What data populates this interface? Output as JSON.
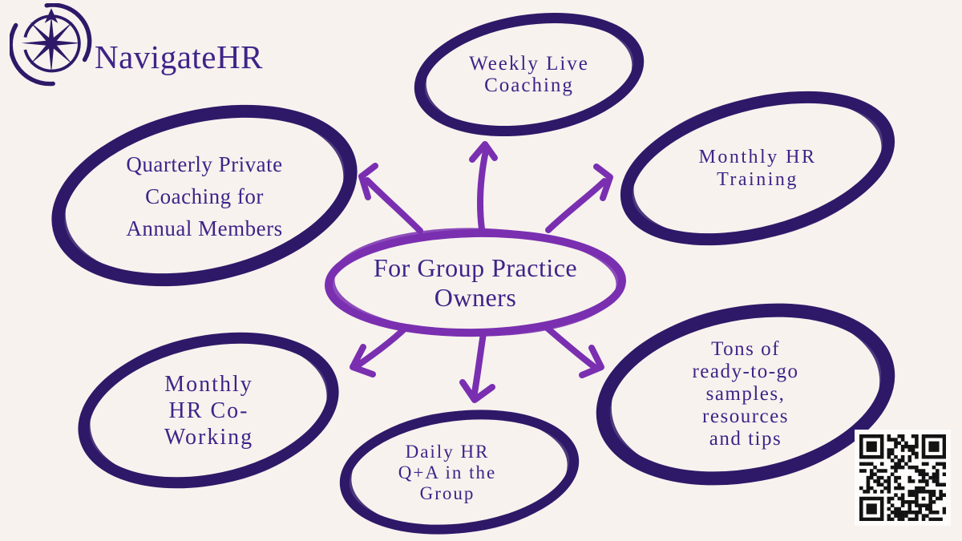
{
  "page": {
    "background": "#f7f2ee"
  },
  "colors": {
    "ellipse_ink": "#2e1968",
    "text_purple": "#3e2488",
    "accent_purple": "#7a2fb0",
    "qr_dark": "#121212"
  },
  "logo": {
    "brand": "NavigateHR",
    "icon": "compass-star-icon"
  },
  "center_node": {
    "lines": [
      "For Group Practice",
      "Owners"
    ]
  },
  "nodes": [
    {
      "id": "weekly-live-coaching",
      "lines": [
        "Weekly Live",
        "Coaching"
      ]
    },
    {
      "id": "monthly-hr-training",
      "lines": [
        "Monthly HR",
        "Training"
      ]
    },
    {
      "id": "quarterly-private-coaching",
      "lines": [
        "Quarterly Private",
        "Coaching for",
        "Annual Members"
      ]
    },
    {
      "id": "monthly-hr-coworking",
      "lines": [
        "Monthly",
        "HR Co-",
        "Working"
      ]
    },
    {
      "id": "daily-hr-qa",
      "lines": [
        "Daily HR",
        "Q+A in the",
        "Group"
      ]
    },
    {
      "id": "ready-to-go-resources",
      "lines": [
        "Tons of",
        "ready-to-go",
        "samples,",
        "resources",
        "and tips"
      ]
    }
  ],
  "qr_code": {
    "name": "qr-code"
  }
}
